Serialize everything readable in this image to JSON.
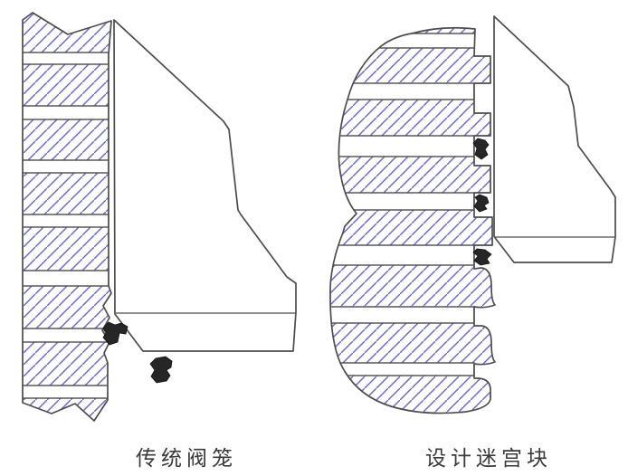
{
  "figure": {
    "left_diagram": {
      "caption": "传统阀笼",
      "parts": [
        "valve-cage-cross-section",
        "valve-plug",
        "debris-particles"
      ],
      "debris_particle_count": 2
    },
    "right_diagram": {
      "caption": "设计迷宫块",
      "parts": [
        "labyrinth-block-cross-section",
        "valve-plug",
        "debris-particles"
      ],
      "debris_particle_count": 3
    }
  },
  "colors": {
    "background": "#ffffff",
    "outline": "#4c4c4c",
    "hatch": "#6565d8",
    "debris": "#262626",
    "caption_text": "#3a3a3a"
  }
}
